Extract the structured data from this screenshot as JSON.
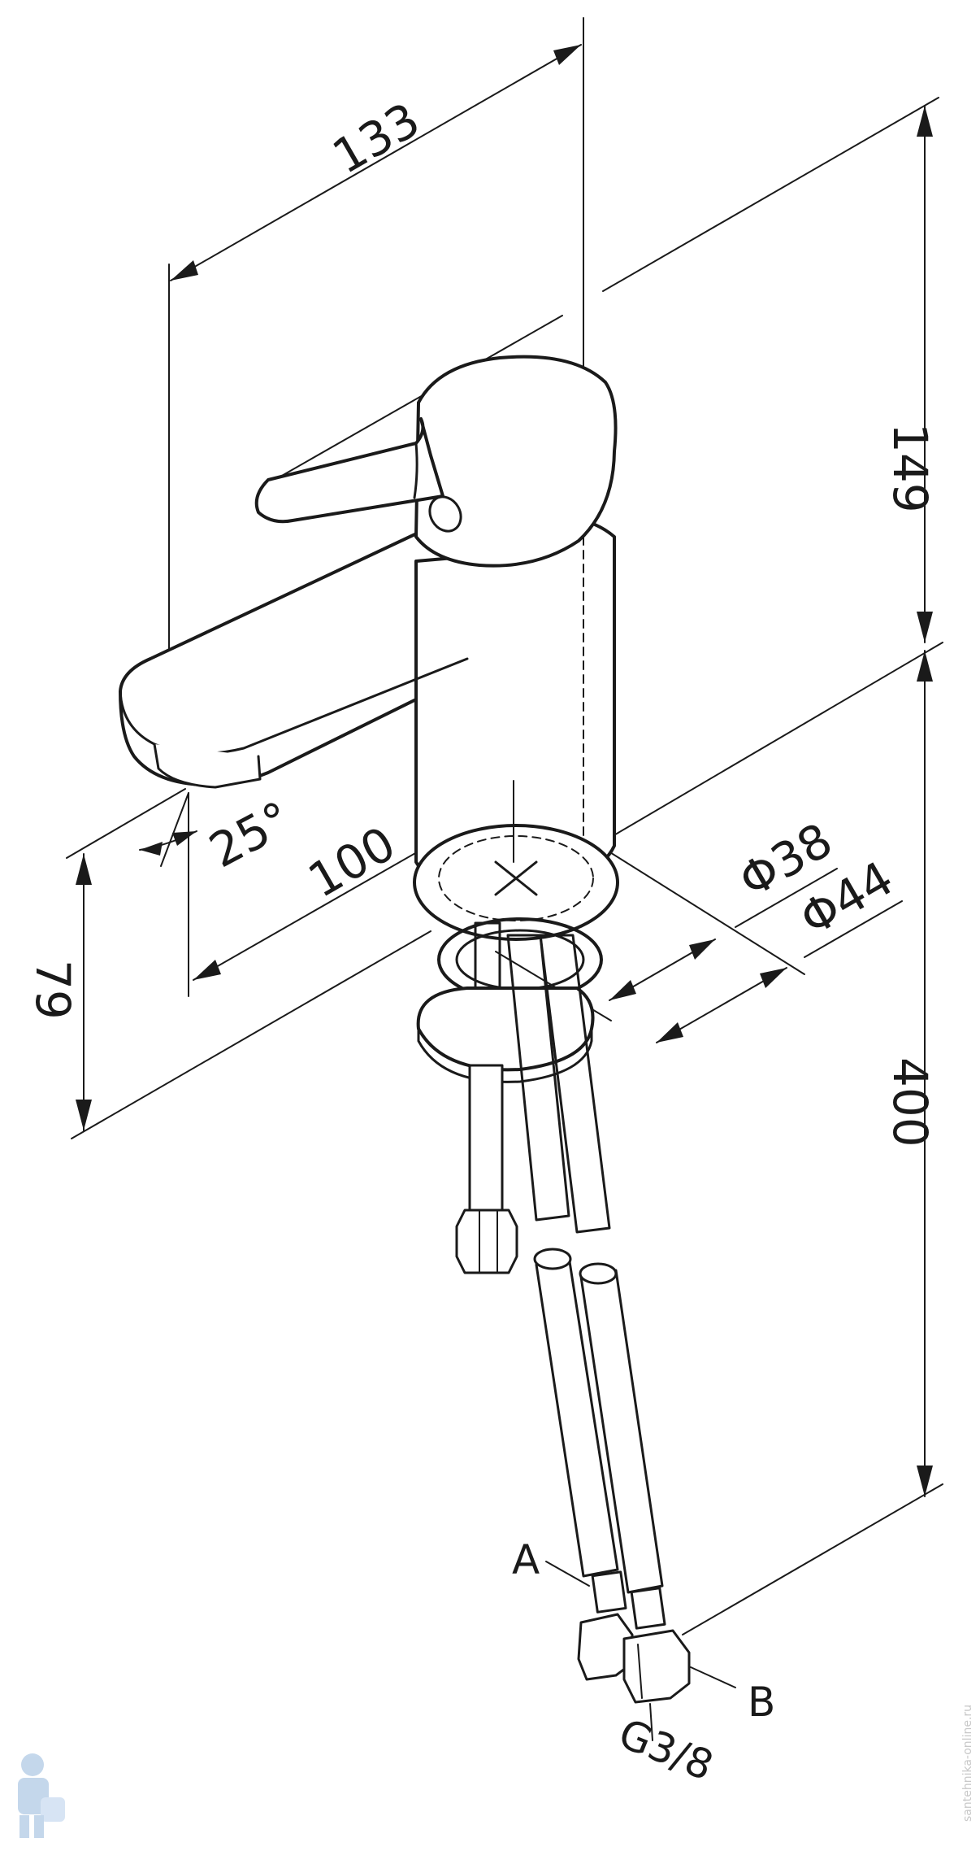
{
  "diagram": {
    "dimensions": {
      "width_top": "133",
      "height_top": "149",
      "spout_reach": "100",
      "spout_height": "79",
      "angle": "25°",
      "base_diameter_inner": "Φ38",
      "base_diameter_outer": "Φ44",
      "hose_length": "400"
    },
    "labels": {
      "hose_a": "A",
      "hose_b": "B",
      "thread": "G3/8"
    },
    "watermark": "santehnika-online.ru",
    "line_color": "#1a1a1a",
    "background": "#ffffff"
  }
}
